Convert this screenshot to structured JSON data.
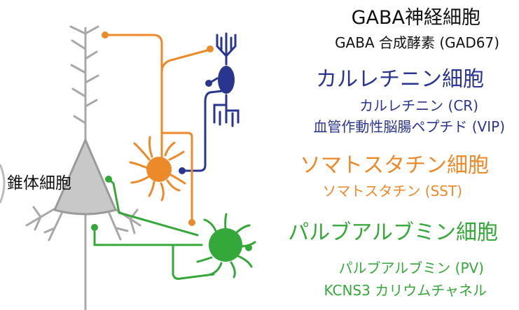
{
  "colors": {
    "pyramidal_fill": "#c8c8c8",
    "pyramidal_stroke": "#999999",
    "somatostatin": "#ec8a2a",
    "calretinin": "#2a3590",
    "parvalbumin": "#35a83a",
    "text": "#111111"
  },
  "pyramidal": {
    "label": "錐体細胞"
  },
  "gaba": {
    "heading": "GABA神経細胞",
    "marker": "GABA 合成酵素 (GAD67)"
  },
  "calretinin": {
    "heading": "カルレチニン細胞",
    "marker1": "カルレチニン (CR)",
    "marker2": "血管作動性脳腸ペプチド (VIP)"
  },
  "somatostatin": {
    "heading": "ソマトスタチン細胞",
    "marker1": "ソマトスタチン (SST)"
  },
  "parvalbumin": {
    "heading": "パルブアルブミン細胞",
    "marker1": "パルブアルブミン (PV)",
    "marker2": "KCNS3 カリウムチャネル"
  }
}
